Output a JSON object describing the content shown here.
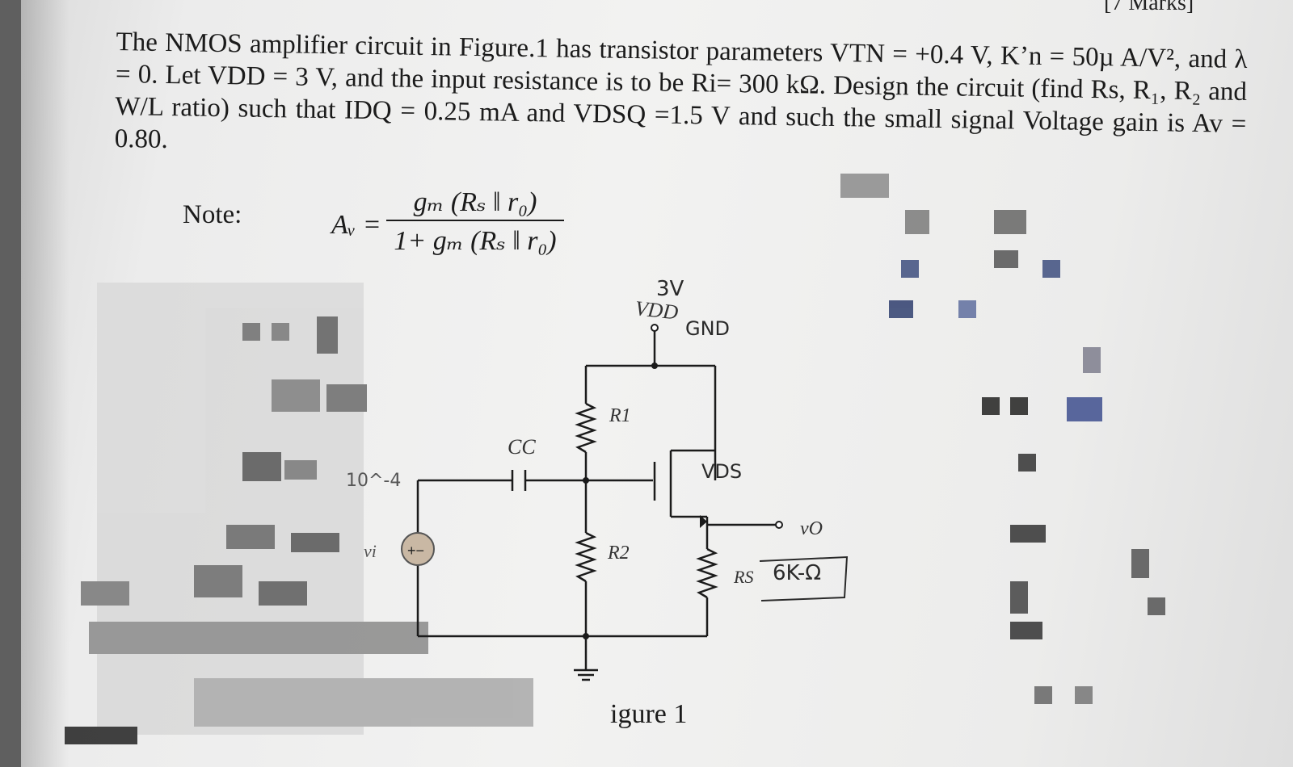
{
  "header": {
    "marks": "[7 Marks]"
  },
  "problem": {
    "text": "The NMOS amplifier circuit in Figure.1 has transistor parameters VTN = +0.4 V, K’n = 50µ A/V², and λ = 0. Let VDD = 3 V, and the input resistance is to be Ri= 300 kΩ. Design the circuit (find Rs, R₁, R₂ and W/L ratio) such that IDQ = 0.25 mA and VDSQ =1.5 V and such the small signal Voltage gain is Av = 0.80."
  },
  "note": {
    "label": "Note:",
    "lhs": "Aᵥ =",
    "numerator": "gₘ (Rₛ ‖ r₀)",
    "denominator": "1+ gₘ (Rₛ ‖ r₀)"
  },
  "circuit": {
    "vdd_label": "VDD",
    "cc_label": "CC",
    "r1_label": "R1",
    "r2_label": "R2",
    "rs_label": "RS",
    "vo_label": "vO",
    "vi_label": "vi",
    "source_sign": "+−"
  },
  "annotations": {
    "vdd_value": "3V",
    "gnd_note": "GND",
    "vds_note": "VDS",
    "rs_value": "6K-Ω",
    "vi_note": "10^-4"
  },
  "caption": "igure 1",
  "colors": {
    "ink": "#1b1b1b",
    "pencil": "#2a2a2a",
    "paper": "#efefee"
  }
}
